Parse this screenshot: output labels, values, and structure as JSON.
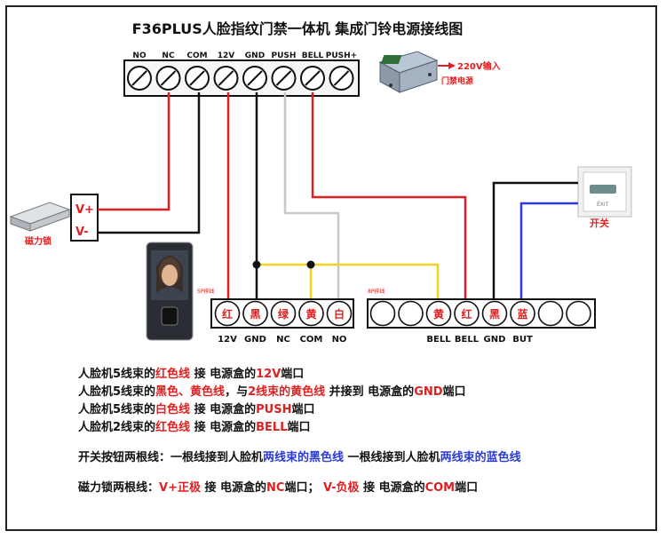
{
  "title": "F36PLUS人脸指纹门禁一体机 集成门铃电源接线图",
  "top_terminals": [
    "NO",
    "NC",
    "COM",
    "12V",
    "GND",
    "PUSH",
    "BELL",
    "PUSH+"
  ],
  "power_supply": {
    "ac_label": "220V输入",
    "name": "门禁电源"
  },
  "maglock": {
    "name": "磁力锁",
    "v_plus": "V+",
    "v_minus": "V-"
  },
  "exit_button": {
    "name": "开关",
    "small_text": "EXIT"
  },
  "connector5": {
    "tag": "5P排线",
    "cells": [
      "红",
      "黑",
      "绿",
      "黄",
      "白"
    ],
    "labels": [
      "12V",
      "GND",
      "NC",
      "COM",
      "NO"
    ]
  },
  "connector8": {
    "tag": "8P排线",
    "cells": [
      "",
      "",
      "黄",
      "红",
      "黑",
      "蓝",
      "",
      ""
    ],
    "labels": [
      "BELL",
      "BELL",
      "GND",
      "BUT"
    ]
  },
  "notes": [
    [
      {
        "t": "人脸机5线束的"
      },
      {
        "t": "红色线",
        "c": "red"
      },
      {
        "t": " 接 电源盒的"
      },
      {
        "t": "12V",
        "c": "red"
      },
      {
        "t": "端口"
      }
    ],
    [
      {
        "t": "人脸机5线束的"
      },
      {
        "t": "黑色、黄色线",
        "c": "red"
      },
      {
        "t": "，与"
      },
      {
        "t": "2线束的黄色线",
        "c": "red"
      },
      {
        "t": " 并接到 电源盒的"
      },
      {
        "t": "GND",
        "c": "red"
      },
      {
        "t": "端口"
      }
    ],
    [
      {
        "t": "人脸机5线束的"
      },
      {
        "t": "白色线",
        "c": "red"
      },
      {
        "t": " 接 电源盒的"
      },
      {
        "t": "PUSH",
        "c": "red"
      },
      {
        "t": "端口"
      }
    ],
    [
      {
        "t": "人脸机2线束的"
      },
      {
        "t": "红色线",
        "c": "red"
      },
      {
        "t": " 接 电源盒的"
      },
      {
        "t": "BELL",
        "c": "red"
      },
      {
        "t": "端口"
      }
    ],
    [],
    [
      {
        "t": "开关按钮两根线：一根线接到人脸机"
      },
      {
        "t": "两线束的黑色线",
        "c": "blue"
      },
      {
        "t": " 一根线接到人脸机"
      },
      {
        "t": "两线束的蓝色线",
        "c": "blue"
      }
    ],
    [],
    [
      {
        "t": "磁力锁两根线："
      },
      {
        "t": "V+正极",
        "c": "red"
      },
      {
        "t": " 接 电源盒的"
      },
      {
        "t": "NC",
        "c": "red"
      },
      {
        "t": "端口； "
      },
      {
        "t": "V-负极",
        "c": "red"
      },
      {
        "t": " 接 电源盒的"
      },
      {
        "t": "COM",
        "c": "red"
      },
      {
        "t": "端口"
      }
    ]
  ],
  "colors": {
    "red": "#e02020",
    "blue": "#2a3bd6",
    "yellow": "#f2d21b",
    "gray": "#c8c8c8",
    "black": "#111111"
  }
}
